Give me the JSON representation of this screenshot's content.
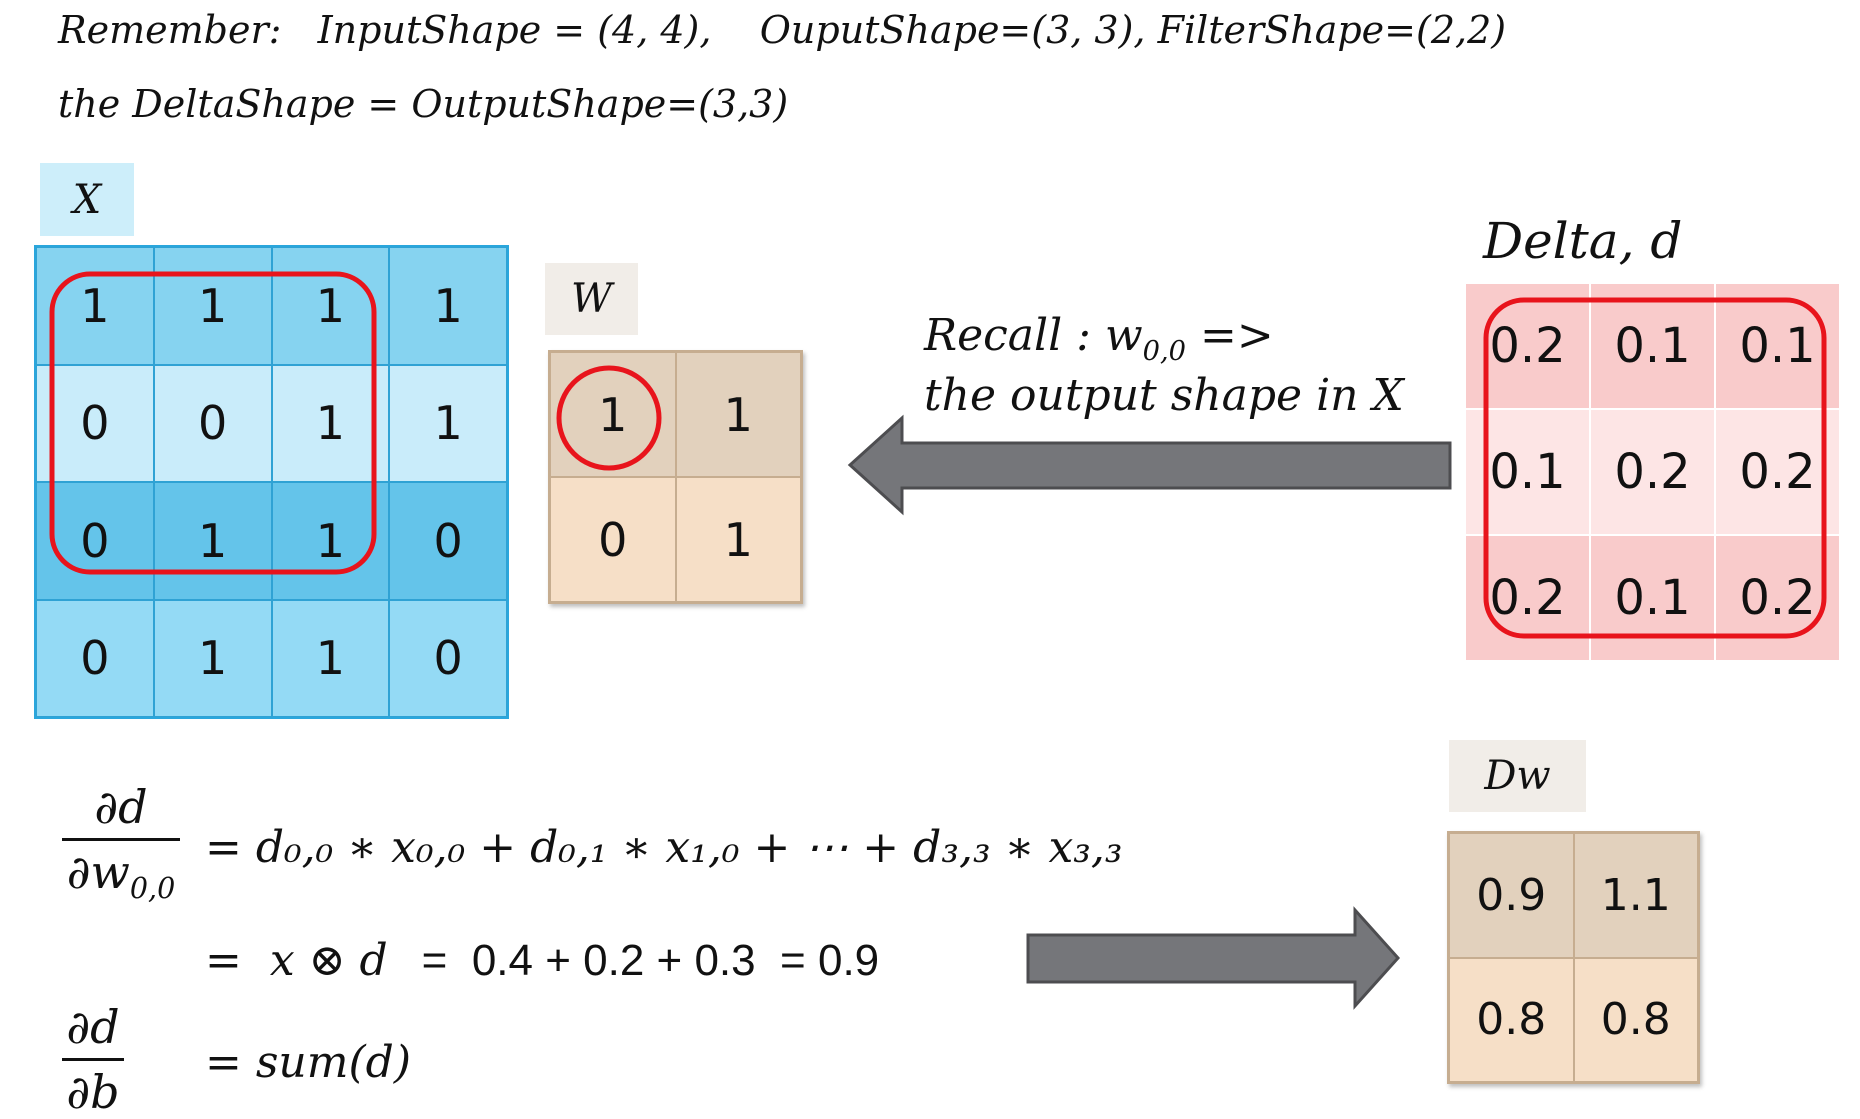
{
  "header": {
    "line1": "Remember:   InputShape = (4, 4),    OuputShape=(3, 3), FilterShape=(2,2)",
    "line2": "the DeltaShape = OutputShape=(3,3)"
  },
  "x_matrix": {
    "label": "X",
    "rows": [
      [
        "1",
        "1",
        "1",
        "1"
      ],
      [
        "0",
        "0",
        "1",
        "1"
      ],
      [
        "0",
        "1",
        "1",
        "0"
      ],
      [
        "0",
        "1",
        "1",
        "0"
      ]
    ]
  },
  "w_matrix": {
    "label": "W",
    "rows": [
      [
        "1",
        "1"
      ],
      [
        "0",
        "1"
      ]
    ]
  },
  "delta_matrix": {
    "label": "Delta, d",
    "rows": [
      [
        "0.2",
        "0.1",
        "0.1"
      ],
      [
        "0.1",
        "0.2",
        "0.2"
      ],
      [
        "0.2",
        "0.1",
        "0.2"
      ]
    ]
  },
  "dw_matrix": {
    "label": "Dw",
    "rows": [
      [
        "0.9",
        "1.1"
      ],
      [
        "0.8",
        "0.8"
      ]
    ]
  },
  "recall": {
    "prefix": "Recall : w",
    "subscript": "0,0",
    "suffix": " =>",
    "line2": "the output shape in X"
  },
  "formulas": {
    "frac1_num": "∂d",
    "frac1_den": "∂w",
    "frac1_den_sub": "0,0",
    "eq1": "= d₀,₀ ∗ x₀,₀ + d₀,₁ ∗ x₁,₀ + ⋯ + d₃,₃ ∗ x₃,₃",
    "eq2_left": "=  x ⊗ d",
    "eq2_right": "=  0.4 + 0.2 + 0.3  = 0.9",
    "frac2_num": "∂d",
    "frac2_den": "∂b",
    "eq3": "= sum(d)"
  },
  "colors": {
    "highlight": "#e8141c",
    "arrow": "#75767a",
    "arrow_outline": "#4d4d50"
  }
}
